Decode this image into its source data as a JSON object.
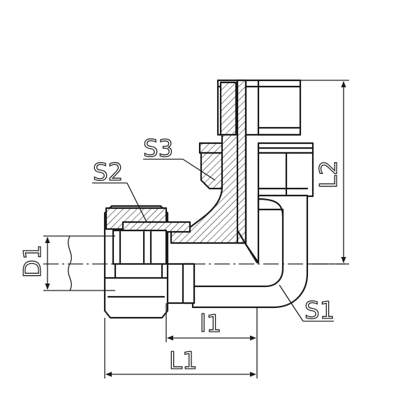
{
  "labels": {
    "s1": "S1",
    "s2": "S2",
    "s3": "S3",
    "d1": "D1",
    "l1_upper": "l1",
    "l1_lower": "L1",
    "l2": "L2"
  },
  "colors": {
    "line": "#1a1a1a",
    "background": "#ffffff"
  }
}
